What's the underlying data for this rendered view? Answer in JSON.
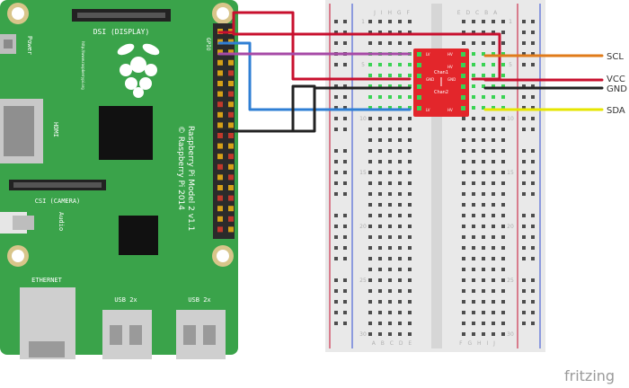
{
  "board": {
    "dsi_label": "DSI (DISPLAY)",
    "power_label": "Power",
    "hdmi_label": "HDMI",
    "csi_label": "CSI (CAMERA)",
    "audio_label": "Audio",
    "ethernet_label": "ETHERNET",
    "usb_label_1": "USB 2x",
    "usb_label_2": "USB 2x",
    "gpio_label": "GPIO",
    "model_line1": "Raspberry Pi Model 2 v1.1",
    "model_line2": "© Raspberry Pi 2014",
    "url_text": "http://www.raspberrypi.org"
  },
  "breadboard": {
    "col_letters_top": "J I H G F",
    "col_letters_top_right": "E D C B A",
    "col_letters_bottom_left": "A B C D E",
    "col_letters_bottom_right": "F G H I J",
    "row_numbers": [
      "1",
      "5",
      "10",
      "15",
      "20",
      "25",
      "30"
    ]
  },
  "level_shifter": {
    "chan1": "Chan1",
    "chan2": "Chan2",
    "pins_left": [
      "LV",
      "GND",
      "LV"
    ],
    "pins_right": [
      "HV",
      "HV",
      "GND",
      "HV"
    ]
  },
  "signals": [
    {
      "label": "SCL",
      "color": "#e07b1a"
    },
    {
      "label": "VCC",
      "color": "#c8102e"
    },
    {
      "label": "GND",
      "color": "#222222"
    },
    {
      "label": "SDA",
      "color": "#e6e600"
    }
  ],
  "wire_colors": {
    "red": "#c8102e",
    "blue": "#2f7fd4",
    "purple": "#a64aa6",
    "black": "#222222"
  },
  "watermark": "fritzing",
  "colors": {
    "pcb": "#3aa34a",
    "pcb_dark": "#2b8a3a",
    "breadboard": "#e9e9e9",
    "shifter": "#e3262b"
  }
}
